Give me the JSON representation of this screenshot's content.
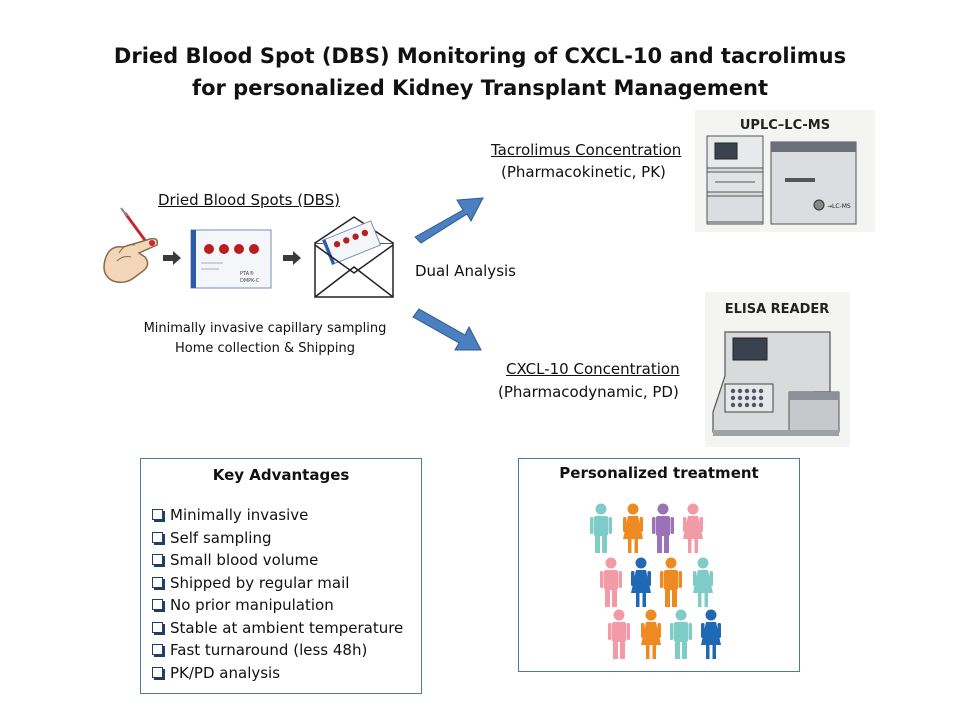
{
  "title": {
    "line1": "Dried Blood Spot (DBS) Monitoring of CXCL-10 and tacrolimus",
    "line2": "for personalized Kidney Transplant Management"
  },
  "dbs": {
    "label": "Dried Blood Spots (DBS)",
    "caption1": "Minimally invasive capillary sampling",
    "caption2": "Home collection & Shipping",
    "card_text": [
      "PTA®",
      "DMPK-C"
    ]
  },
  "dual_analysis": "Dual Analysis",
  "pk": {
    "title": "Tacrolimus Concentration",
    "subtitle": "(Pharmacokinetic, PK)",
    "instrument": "UPLC–LC-MS",
    "instrument_tag": "→LC-MS"
  },
  "pd": {
    "title": "CXCL-10 Concentration",
    "subtitle": "(Pharmacodynamic, PD)",
    "instrument": "ELISA READER"
  },
  "advantages": {
    "title": "Key Advantages",
    "items": [
      "Minimally invasive",
      "Self sampling",
      "Small blood volume",
      "Shipped by regular mail",
      "No prior manipulation",
      "Stable at ambient temperature",
      "Fast turnaround (less 48h)",
      "PK/PD analysis"
    ]
  },
  "personalized": {
    "title": "Personalized treatment",
    "people": [
      {
        "color": "#7ecbc7",
        "figure": "male"
      },
      {
        "color": "#ee8a22",
        "figure": "female"
      },
      {
        "color": "#9b72b6",
        "figure": "male"
      },
      {
        "color": "#f29aa6",
        "figure": "female"
      },
      {
        "color": "#f29aa6",
        "figure": "male"
      },
      {
        "color": "#1f69b4",
        "figure": "female"
      },
      {
        "color": "#ee8a22",
        "figure": "male"
      },
      {
        "color": "#7ecbc7",
        "figure": "female"
      },
      {
        "color": "#f29aa6",
        "figure": "male"
      },
      {
        "color": "#ee8a22",
        "figure": "female"
      },
      {
        "color": "#7ecbc7",
        "figure": "male"
      },
      {
        "color": "#1f69b4",
        "figure": "female"
      }
    ]
  },
  "colors": {
    "arrow": "#4a7fc0",
    "arrow_stroke": "#2f5a90",
    "box_border": "#4a7aa8",
    "blood": "#b81e1e"
  }
}
